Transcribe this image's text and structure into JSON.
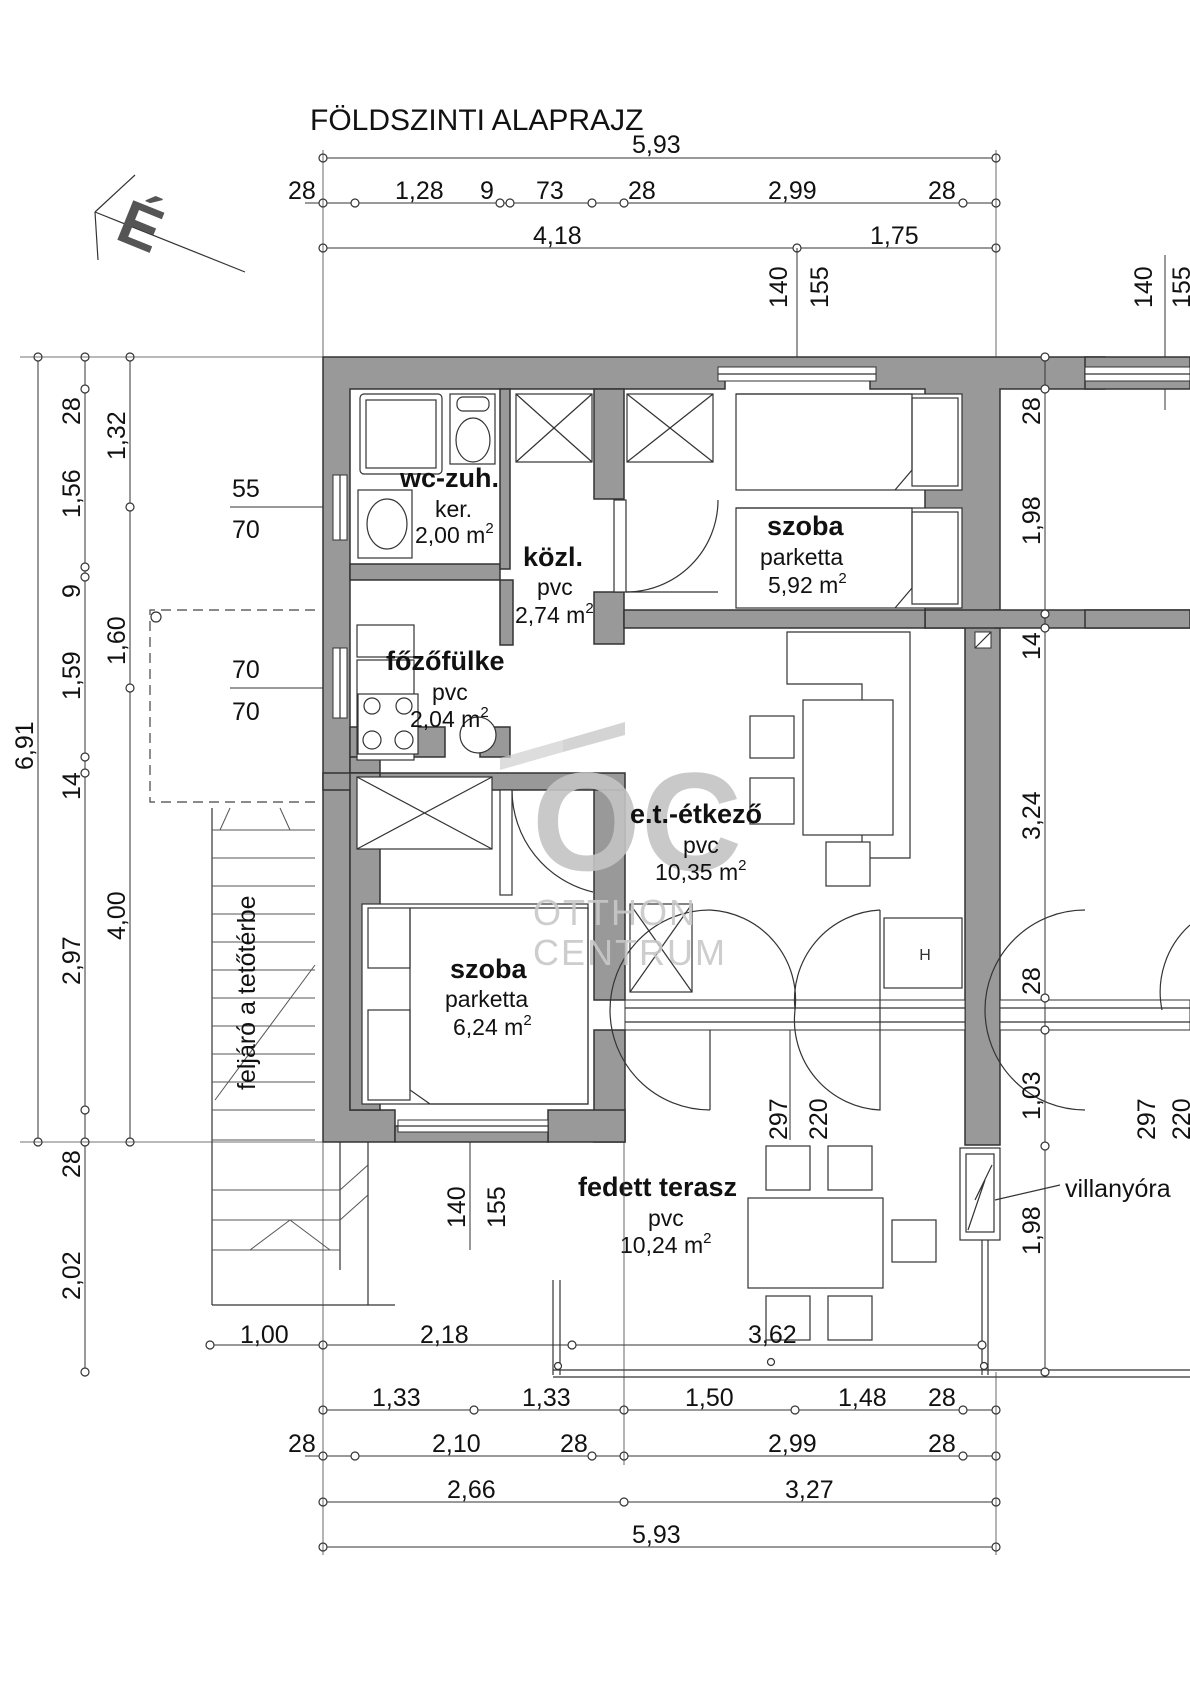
{
  "title": "FÖLDSZINTI ALAPRAJZ",
  "north_label": "É",
  "watermark": {
    "logo": "OC",
    "line1": "OTTHON",
    "line2": "CENTRUM"
  },
  "rooms": {
    "wc": {
      "name": "wc-zuh.",
      "floor": "ker.",
      "area": "2,00 m",
      "sup": "2"
    },
    "kozl": {
      "name": "közl.",
      "floor": "pvc",
      "area": "2,74 m",
      "sup": "2"
    },
    "szoba1": {
      "name": "szoba",
      "floor": "parketta",
      "area": "5,92 m",
      "sup": "2"
    },
    "fozo": {
      "name": "főzőfülke",
      "floor": "pvc",
      "area": "2,04 m",
      "sup": "2"
    },
    "etkezo": {
      "name": "e.t.-étkező",
      "floor": "pvc",
      "area": "10,35 m",
      "sup": "2"
    },
    "szoba2": {
      "name": "szoba",
      "floor": "parketta",
      "area": "6,24 m",
      "sup": "2"
    },
    "terasz": {
      "name": "fedett terasz",
      "floor": "pvc",
      "area": "10,24 m",
      "sup": "2"
    }
  },
  "labels": {
    "stair": "feljáró a tetőtérbe",
    "meter": "villanyóra",
    "appliance": "H"
  },
  "dims": {
    "top_total": "5,93",
    "top_row2": [
      "28",
      "1,28",
      "9",
      "73",
      "28",
      "2,99",
      "28"
    ],
    "top_row3": [
      "4,18",
      "1,75"
    ],
    "top_win1": [
      "140",
      "155"
    ],
    "top_win2": [
      "140",
      "155"
    ],
    "left_outer": "6,91",
    "left_mid": [
      "28",
      "1,56",
      "9",
      "1,59",
      "14",
      "2,97",
      "28",
      "2,02"
    ],
    "left_inner": [
      "1,32",
      "1,60",
      "4,00"
    ],
    "win_left1": [
      "55",
      "70"
    ],
    "win_left2": [
      "70",
      "70"
    ],
    "right_col": [
      "28",
      "1,98",
      "14",
      "3,24",
      "28",
      "1,03",
      "1,98"
    ],
    "door_dims": [
      "297",
      "220"
    ],
    "door_dims_right": [
      "297",
      "220"
    ],
    "bottom_win": [
      "140",
      "155"
    ],
    "terrace_row": [
      "1,00",
      "2,18",
      "3,62"
    ],
    "bot_row1": [
      "1,33",
      "1,33",
      "1,50",
      "1,48",
      "28"
    ],
    "bot_row2": [
      "28",
      "2,10",
      "28",
      "2,99",
      "28"
    ],
    "bot_row3": [
      "2,66",
      "3,27"
    ],
    "bot_total": "5,93"
  }
}
